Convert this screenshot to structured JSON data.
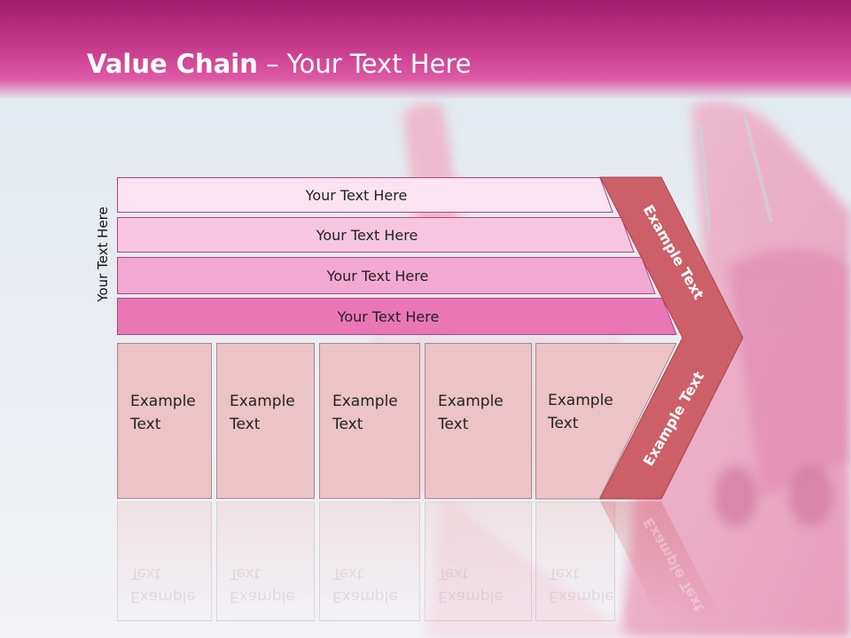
{
  "slide": {
    "title_bold": "Value Chain",
    "title_rest": " – Your Text Here",
    "side_label": "Your Text Here"
  },
  "bars": [
    {
      "label": "Your Text Here",
      "color": "#fbe3f1"
    },
    {
      "label": "Your Text Here",
      "color": "#f6c6e1"
    },
    {
      "label": "Your Text Here",
      "color": "#f2a9d1"
    },
    {
      "label": "Your Text Here",
      "color": "#e977b6"
    }
  ],
  "boxes": [
    {
      "line1": "Example",
      "line2": "Text"
    },
    {
      "line1": "Example",
      "line2": "Text"
    },
    {
      "line1": "Example",
      "line2": "Text"
    },
    {
      "line1": "Example",
      "line2": "Text"
    },
    {
      "line1": "Example",
      "line2": "Text"
    }
  ],
  "chevron": {
    "upper_label": "Example Text",
    "lower_label": "Example Text",
    "color": "#cd5f68"
  },
  "colors": {
    "header_top": "#a01d6c",
    "header_bottom": "#de5aa6",
    "box_fill": "#ecc3c6"
  }
}
